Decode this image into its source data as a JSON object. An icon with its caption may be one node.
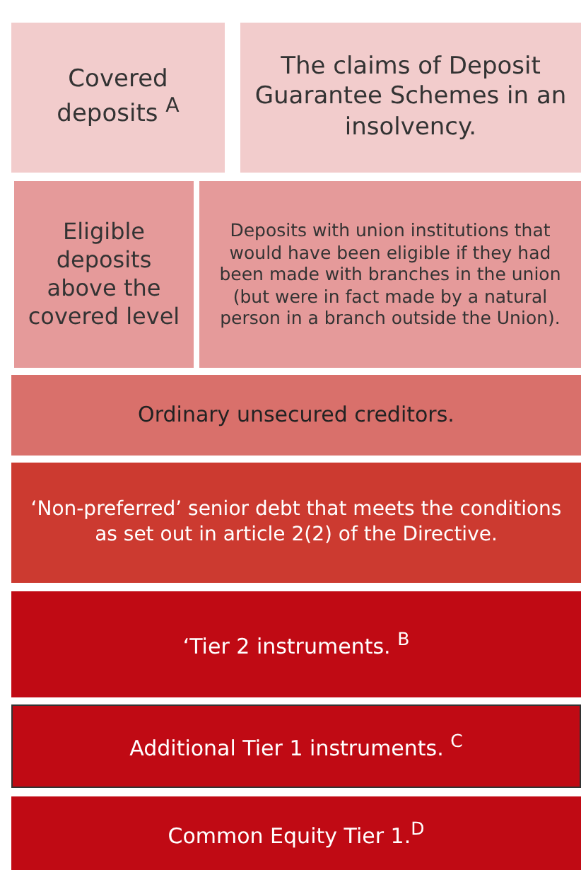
{
  "diagram": {
    "nodes": [
      {
        "text": [
          "Covered deposits $^{A}$"
        ]
      },
      {
        "text": [
          "The claims of Deposit Guarantee Schemes in an insolvency."
        ]
      },
      {
        "text": [
          "Eligible deposits above the covered level"
        ]
      },
      {
        "text": [
          "Deposits with union institutions that would have been eligible if they had been made with branches in the union (but were in fact made by a natural person in a branch outside the Union)."
        ]
      },
      {
        "text": [
          "Ordinary unsecured creditors."
        ]
      },
      {
        "text": [
          "‘Non-preferred’ senior debt that meets the conditions as set out in article 2(2) of the Directive."
        ]
      },
      {
        "text": [
          "‘Tier 2 instruments. $^{B}$"
        ]
      },
      {
        "text": [
          "Additional Tier 1 instruments. $^{C}$"
        ]
      },
      {
        "text": [
          "Common Equity Tier 1.$^{D}$"
        ]
      }
    ]
  }
}
